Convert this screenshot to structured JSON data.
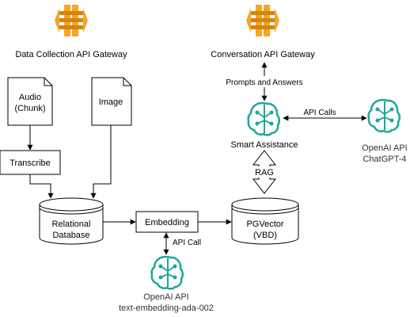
{
  "colors": {
    "gateway": "#F5A623",
    "gateway_dark": "#D4840F",
    "openai_icon": "#1BA899",
    "smart_icon": "#1BA899",
    "stroke": "#000000"
  },
  "gateways": {
    "data_collection": {
      "label": "Data Collection API Gateway",
      "icon": "api-gateway-icon"
    },
    "conversation": {
      "label": "Conversation API Gateway",
      "icon": "api-gateway-icon"
    }
  },
  "docs": {
    "audio": {
      "line1": "Audio",
      "line2": "(Chunk)"
    },
    "image": {
      "label": "Image"
    }
  },
  "boxes": {
    "transcribe": "Transcribe",
    "embedding": "Embedding"
  },
  "databases": {
    "relational": {
      "line1": "Relational",
      "line2": "Database"
    },
    "pgvector": {
      "line1": "PGVector",
      "line2": "(VBD)"
    }
  },
  "smart_assistance": {
    "label": "Smart Assistance",
    "icon": "ai-brain-icon"
  },
  "openai_chat": {
    "line1": "OpenAI API",
    "line2": "ChatGPT-4",
    "icon": "ai-brain-icon"
  },
  "openai_embed": {
    "line1": "OpenAI API",
    "line2": "text-embedding-ada-002",
    "icon": "ai-brain-icon"
  },
  "edges": {
    "prompts_answers": "Prompts and Answers",
    "api_calls": "API Calls",
    "rag": "RAG",
    "api_call": "API Call"
  }
}
